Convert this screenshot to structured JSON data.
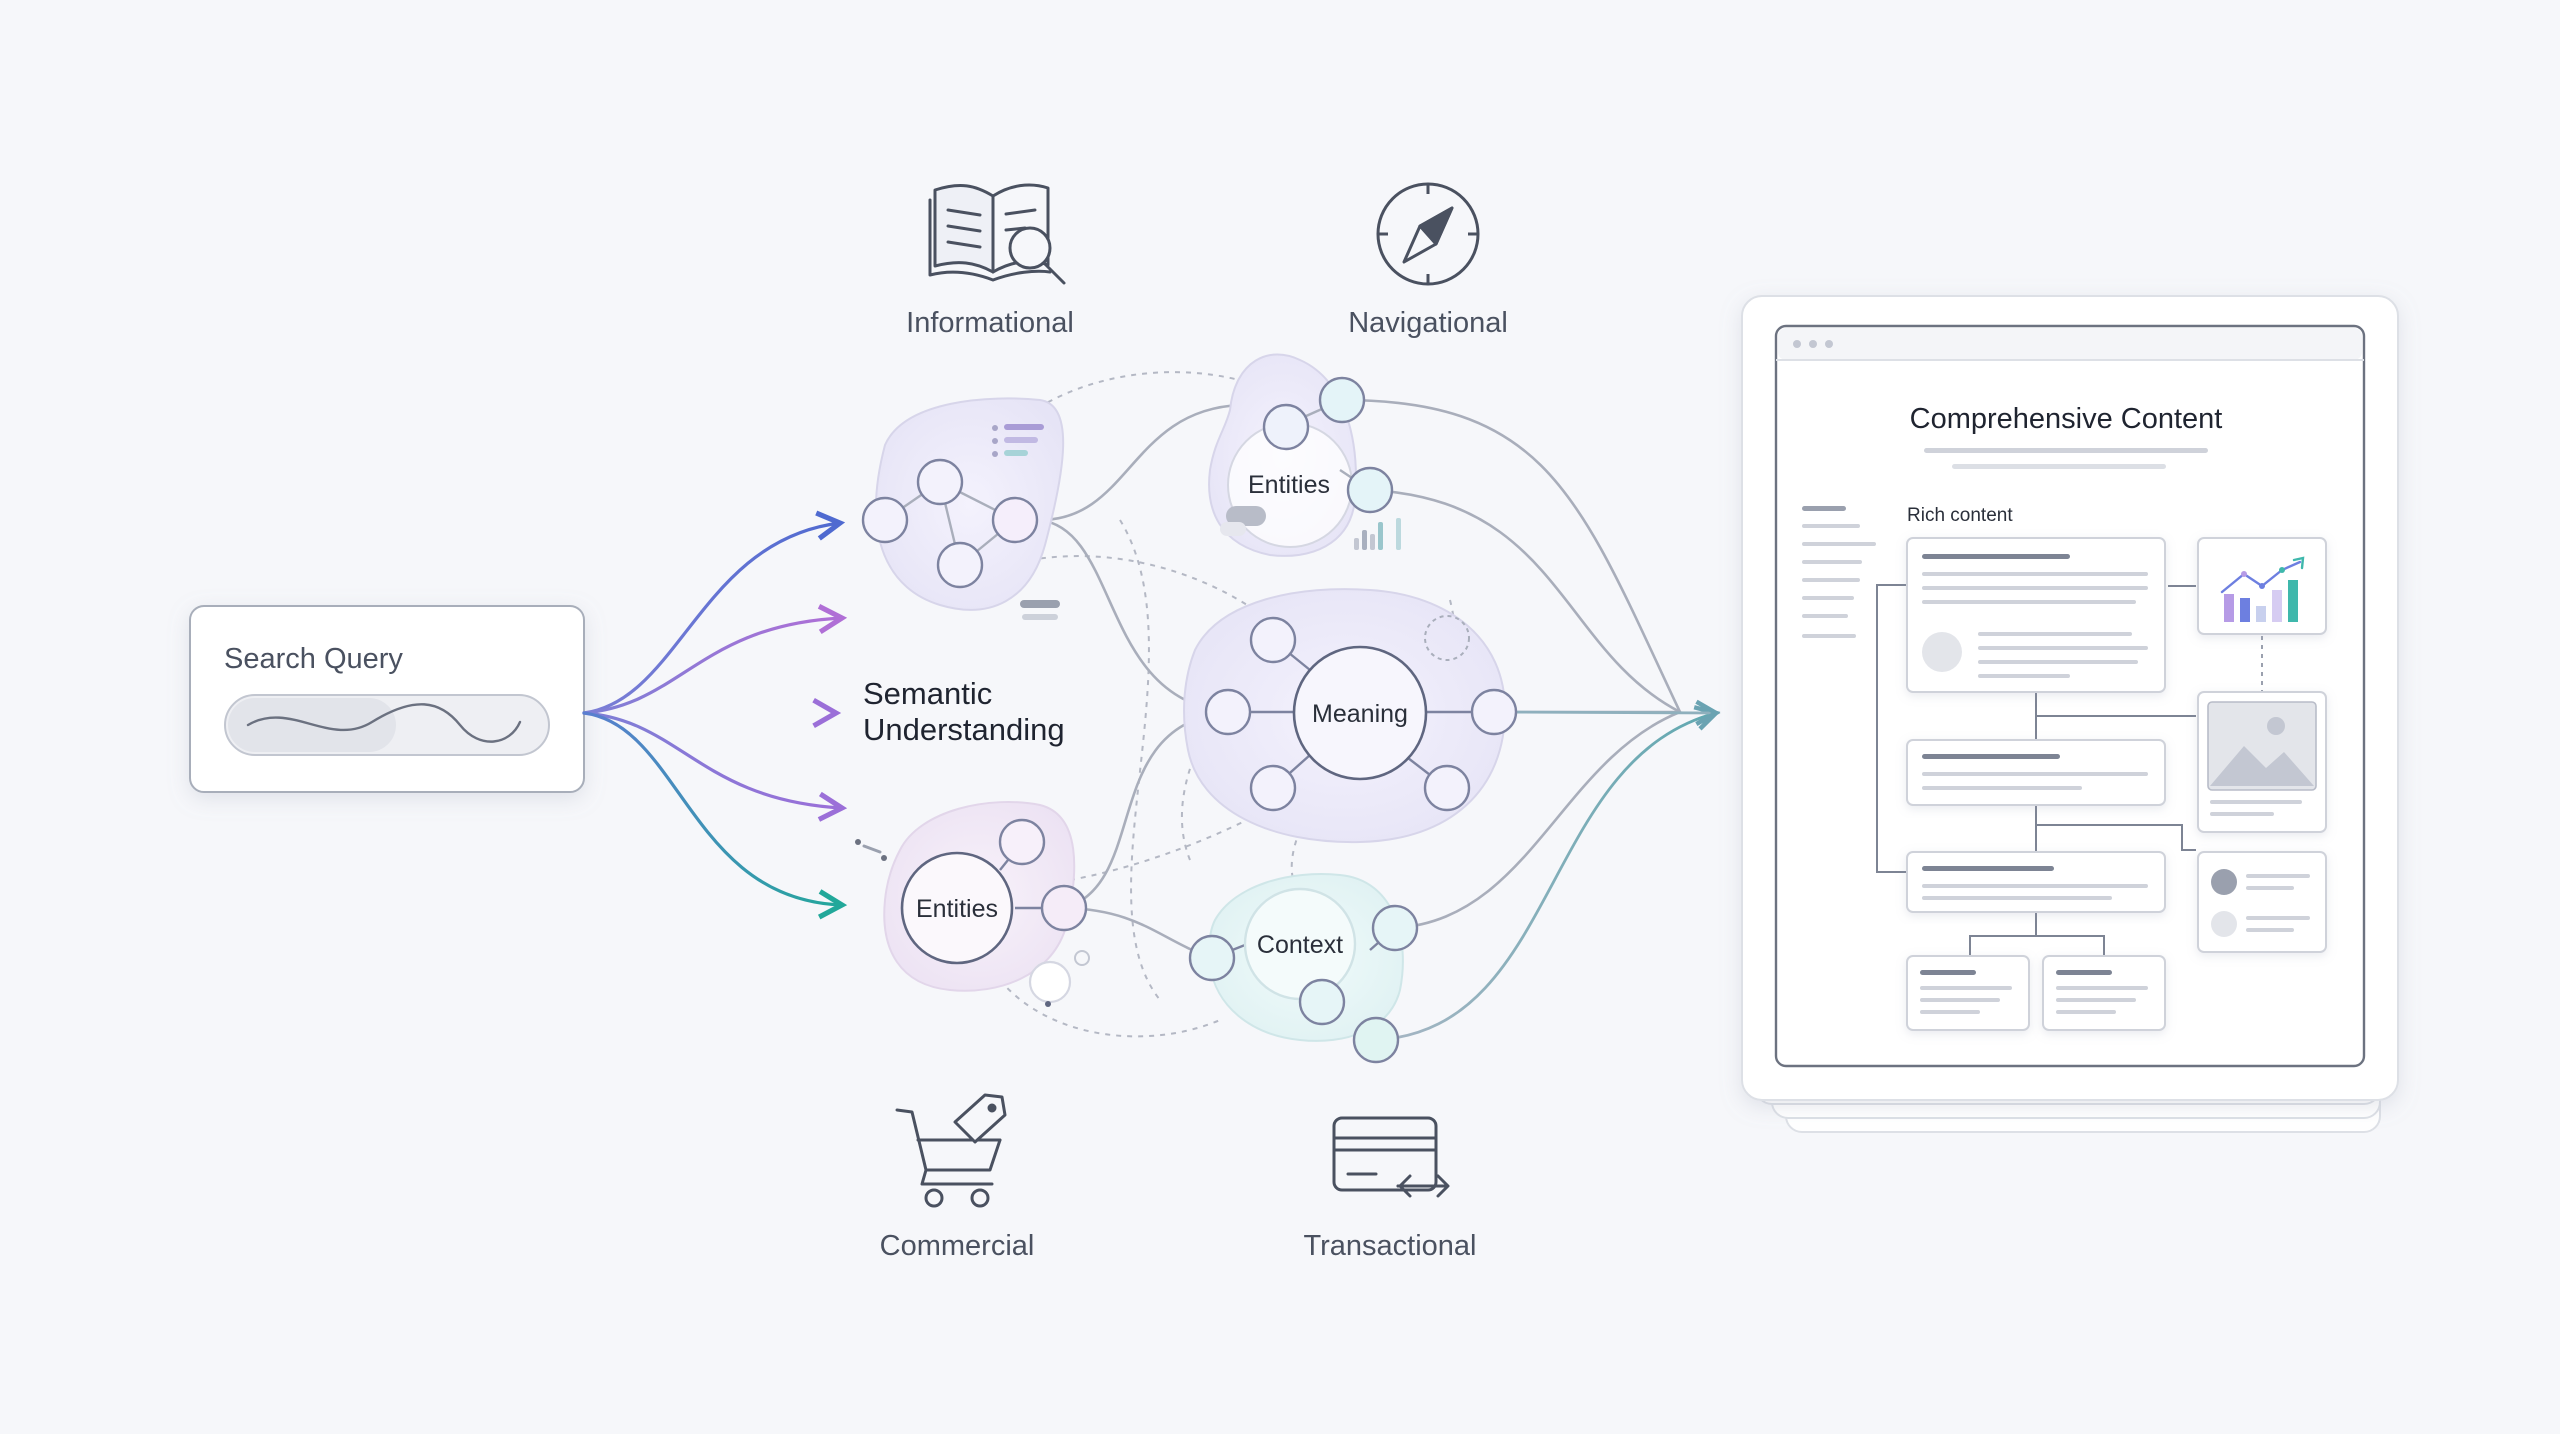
{
  "search_query": {
    "label": "Search Query"
  },
  "hub": {
    "line1": "Semantic",
    "line2": "Understanding"
  },
  "intents": {
    "informational": "Informational",
    "navigational": "Navigational",
    "commercial": "Commercial",
    "transactional": "Transactional"
  },
  "nodes": {
    "entities_top": "Entities",
    "entities_bottom": "Entities",
    "meaning": "Meaning",
    "context": "Context"
  },
  "content_panel": {
    "title": "Comprehensive Content",
    "section_label": "Rich content"
  },
  "colors": {
    "background": "#f6f7fa",
    "flow_blue": "#5b6fd0",
    "flow_purple": "#a36ed8",
    "flow_violet": "#8a7ad8",
    "flow_teal": "#2fa8a0",
    "connector_gray": "#a9aebb",
    "node_lavender": "#ecebfa",
    "node_cyan": "#e4f6f8",
    "chart_blue": "#6d7fe0",
    "chart_purple": "#b69be6",
    "chart_teal": "#3fb8ac"
  },
  "icons": {
    "informational": "book-magnifier-icon",
    "navigational": "compass-icon",
    "commercial": "shopping-cart-tag-icon",
    "transactional": "credit-card-exchange-icon",
    "chart": "bar-line-chart-icon",
    "image": "image-placeholder-icon"
  }
}
